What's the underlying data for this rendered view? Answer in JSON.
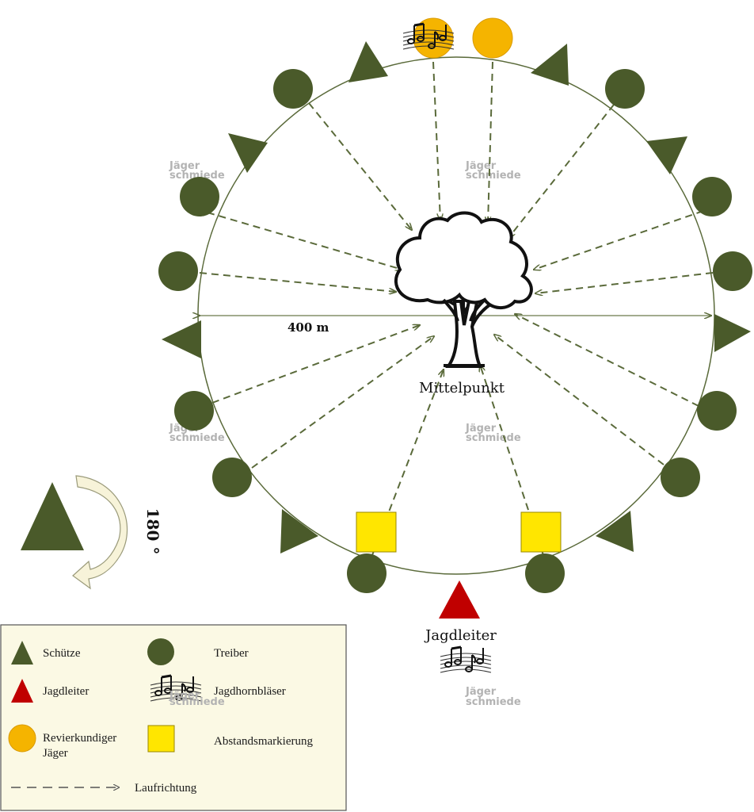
{
  "diagram": {
    "diameter_label": "400 m",
    "center_label": "Mittelpunkt",
    "leader_label": "Jagdleiter",
    "rotation_label": "180 °",
    "watermark": {
      "line1": "Jäger",
      "line2": "schmiede"
    }
  },
  "legend": {
    "items": [
      {
        "symbol": "green-triangle",
        "label": "Schütze"
      },
      {
        "symbol": "green-circle",
        "label": "Treiber"
      },
      {
        "symbol": "red-triangle",
        "label": "Jagdleiter"
      },
      {
        "symbol": "music-notes",
        "label": "Jagdhornbläser"
      },
      {
        "symbol": "orange-circle",
        "label_line1": "Revierkundiger",
        "label_line2": "Jäger"
      },
      {
        "symbol": "yellow-square",
        "label": "Abstandsmarkierung"
      },
      {
        "symbol": "dashed-arrow",
        "label": "Laufrichtung"
      }
    ]
  },
  "colors": {
    "schuetze": "#4a5a2a",
    "treiber": "#4a5a2a",
    "jagdleiter": "#c00000",
    "revierkundiger": "#f5b400",
    "abstand": "#ffe600",
    "legend_bg": "#fbf9e4",
    "arrow": "#5a6a3a",
    "rotate_arrow": "#f7f3d9"
  }
}
